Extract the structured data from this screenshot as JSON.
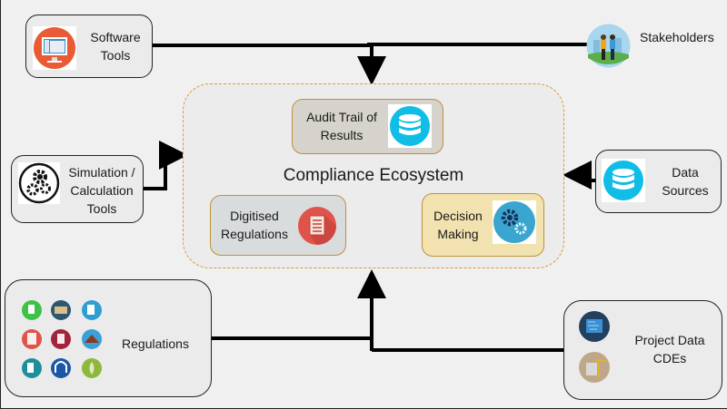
{
  "diagram": {
    "center": {
      "title": "Compliance Ecosystem",
      "components": [
        {
          "id": "audit",
          "label_line1": "Audit Trail of",
          "label_line2": "Results",
          "icon": "database-icon"
        },
        {
          "id": "digitised",
          "label_line1": "Digitised",
          "label_line2": "Regulations",
          "icon": "document-icon"
        },
        {
          "id": "decision",
          "label_line1": "Decision",
          "label_line2": "Making",
          "icon": "gears-icon"
        }
      ]
    },
    "inputs": [
      {
        "id": "software",
        "label_line1": "Software",
        "label_line2": "Tools",
        "icon": "monitor-icon"
      },
      {
        "id": "stakeholders",
        "label": "Stakeholders",
        "icon": "people-icon"
      },
      {
        "id": "simulation",
        "label_line1": "Simulation /",
        "label_line2": "Calculation",
        "label_line3": "Tools",
        "icon": "gears-icon"
      },
      {
        "id": "datasources",
        "label_line1": "Data",
        "label_line2": "Sources",
        "icon": "database-icon"
      },
      {
        "id": "regulations",
        "label": "Regulations",
        "icon": "regulation-icons-grid"
      },
      {
        "id": "projectdata",
        "label_line1": "Project Data",
        "label_line2": "CDEs",
        "icon": "blueprint-icon"
      }
    ],
    "colors": {
      "ecosystem_border": "#d9983e",
      "audit_fill": "#d6d2cc",
      "digitised_fill": "#d8dcdd",
      "decision_fill": "#f2e2b0",
      "database_blue": "#0fbde6",
      "doc_red": "#e0534a",
      "gear_blue": "#3aa6d0",
      "software_orange": "#e95b35"
    }
  }
}
